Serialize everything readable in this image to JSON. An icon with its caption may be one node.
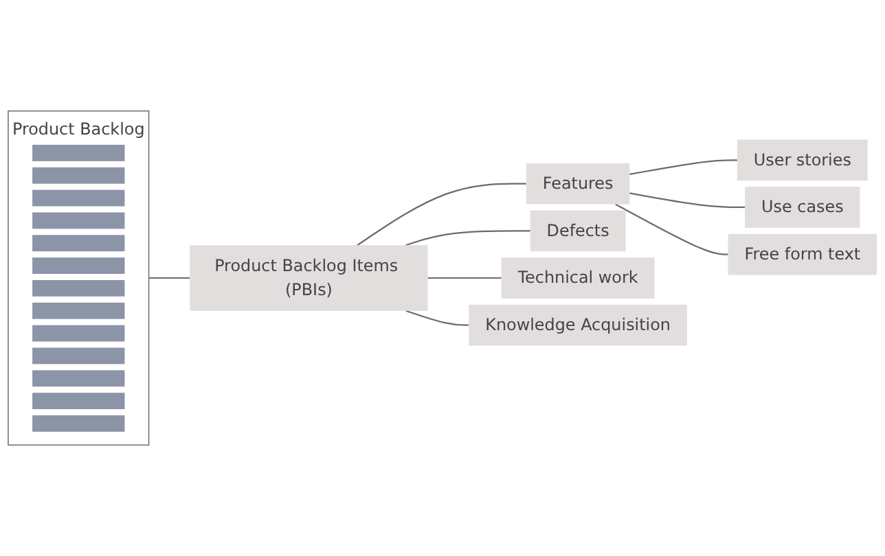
{
  "diagram": {
    "nodes": [
      {
        "text": [
          "Product Backlog"
        ]
      },
      {
        "text": [],
        "shape": "bar",
        "in": 0
      },
      {
        "text": [],
        "shape": "bar",
        "in": 0
      },
      {
        "text": [],
        "shape": "bar",
        "in": 0
      },
      {
        "text": [],
        "shape": "bar",
        "in": 0
      },
      {
        "text": [],
        "shape": "bar",
        "in": 0
      },
      {
        "text": [],
        "shape": "bar",
        "in": 0
      },
      {
        "text": [],
        "shape": "bar",
        "in": 0
      },
      {
        "text": [],
        "shape": "bar",
        "in": 0
      },
      {
        "text": [],
        "shape": "bar",
        "in": 0
      },
      {
        "text": [],
        "shape": "bar",
        "in": 0
      },
      {
        "text": [],
        "shape": "bar",
        "in": 0
      },
      {
        "text": [],
        "shape": "bar",
        "in": 0
      },
      {
        "text": [],
        "shape": "bar",
        "in": 0
      },
      {
        "text": [
          "Product Backlog Items (PBIs)"
        ]
      },
      {
        "text": [
          "Features"
        ]
      },
      {
        "text": [
          "User stories"
        ]
      },
      {
        "text": [
          "Use cases"
        ]
      },
      {
        "text": [
          "Free form text"
        ]
      },
      {
        "text": [
          "Defects"
        ]
      },
      {
        "text": [
          "Technical work"
        ]
      },
      {
        "text": [
          "Knowledge Acquisition"
        ]
      }
    ],
    "edges": [
      {
        "from": 0,
        "to": 14,
        "arrow": "none"
      },
      {
        "from": 14,
        "to": 15,
        "arrow": "none"
      },
      {
        "from": 15,
        "to": 16,
        "arrow": "none"
      },
      {
        "from": 15,
        "to": 17,
        "arrow": "none"
      },
      {
        "from": 15,
        "to": 18,
        "arrow": "none"
      },
      {
        "from": 14,
        "to": 19,
        "arrow": "none"
      },
      {
        "from": 14,
        "to": 20,
        "arrow": "none"
      },
      {
        "from": 14,
        "to": 21,
        "arrow": "none"
      }
    ]
  }
}
